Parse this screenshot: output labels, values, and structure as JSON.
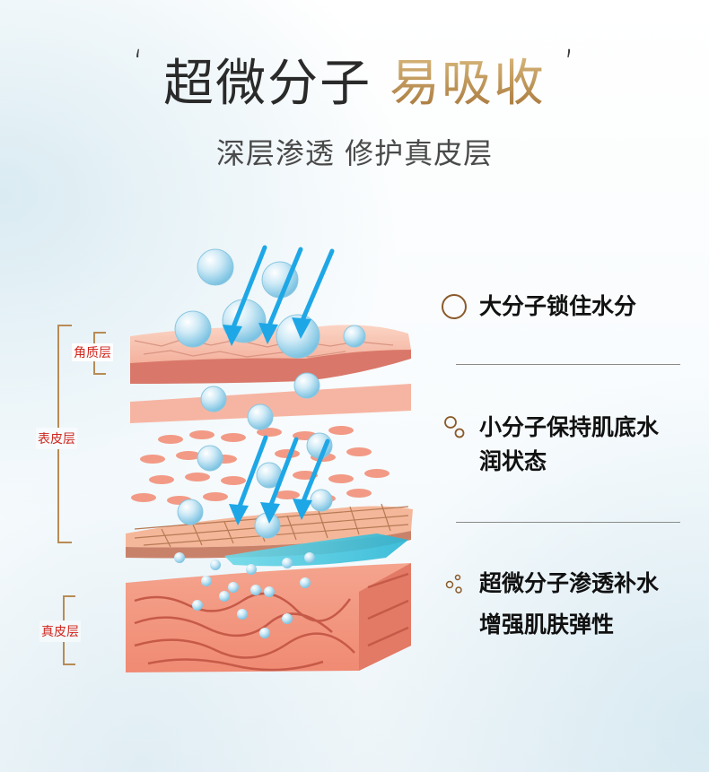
{
  "headline": {
    "open_quote": "‘",
    "main": "超微分子",
    "sep": " ",
    "accent": "易吸收",
    "close_quote": "’"
  },
  "subtitle": "深层渗透 修护真皮层",
  "layers": {
    "stratum": "角质层",
    "epidermis": "表皮层",
    "dermis": "真皮层"
  },
  "features": [
    {
      "icon": "large-molecule-icon",
      "lines": [
        "大分子锁住水分"
      ]
    },
    {
      "icon": "small-molecule-icon",
      "lines": [
        "小分子保持肌底水",
        "润状态"
      ]
    },
    {
      "icon": "micro-molecule-icon",
      "lines": [
        "超微分子渗透补水",
        "增强肌肤弹性"
      ]
    }
  ],
  "colors": {
    "accent_gold": "#a6763a",
    "label_red": "#d0261e",
    "arrow_blue": "#1ea7e6",
    "skin_pink": "#f2a894"
  }
}
